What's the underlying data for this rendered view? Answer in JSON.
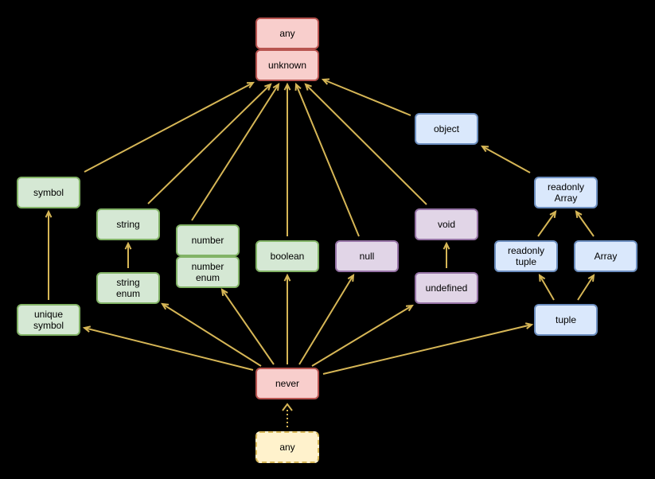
{
  "colors": {
    "edge": "#d6b656",
    "top_bottom": "#f8cecc",
    "primitive": "#d5e8d4",
    "nullish": "#e1d5e7",
    "object": "#dae8fc",
    "any_bottom": "#fff2cc"
  },
  "nodes": {
    "any_top": "any",
    "unknown": "unknown",
    "object": "object",
    "symbol": "symbol",
    "readonly_array": "readonly\nArray",
    "string": "string",
    "void": "void",
    "number": "number",
    "boolean": "boolean",
    "null": "null",
    "readonly_tuple": "readonly\ntuple",
    "array": "Array",
    "string_enum": "string\nenum",
    "number_enum": "number\nenum",
    "undefined": "undefined",
    "unique_symbol": "unique\nsymbol",
    "tuple": "tuple",
    "never": "never",
    "any_bottom": "any"
  }
}
